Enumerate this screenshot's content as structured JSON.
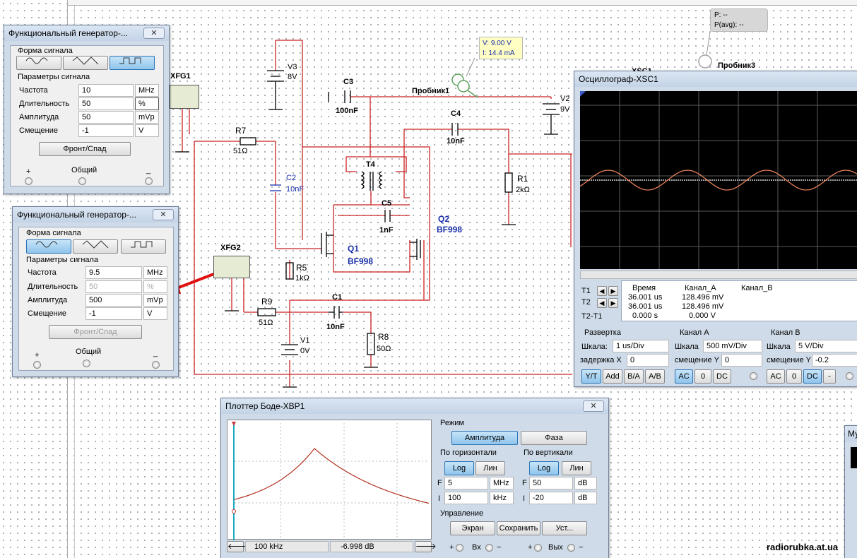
{
  "schematic": {
    "parts": {
      "xfg1": "XFG1",
      "xfg2": "XFG2",
      "v3": {
        "ref": "V3",
        "val": "8V"
      },
      "v2": {
        "ref": "V2",
        "val": "9V"
      },
      "v1": {
        "ref": "V1",
        "val": "0V"
      },
      "c3": {
        "ref": "C3",
        "val": "100nF"
      },
      "c4": {
        "ref": "C4",
        "val": "10nF"
      },
      "c2": {
        "ref": "C2",
        "val": "10nF"
      },
      "c5": {
        "ref": "C5",
        "val": "1nF"
      },
      "c1": {
        "ref": "C1",
        "val": "10nF"
      },
      "r7": {
        "ref": "R7",
        "val": "51Ω"
      },
      "r5": {
        "ref": "R5",
        "val": "1kΩ"
      },
      "r9": {
        "ref": "R9",
        "val": "51Ω"
      },
      "r8": {
        "ref": "R8",
        "val": "50Ω"
      },
      "r1": {
        "ref": "R1",
        "val": "2kΩ"
      },
      "t4": "T4",
      "q1": {
        "ref": "Q1",
        "val": "BF998"
      },
      "q2": {
        "ref": "Q2",
        "val": "BF998"
      },
      "probe1": "Пробник1",
      "probe3": "Пробник3",
      "xsc1_partial": "XSC1"
    },
    "probe1_readout": {
      "v": "V: 9.00 V",
      "i": "I: 14.4 mA"
    },
    "probe3_readout": {
      "p": "P: --",
      "pavg": "P(avg): --"
    },
    "watermark": "radiorubka.at.ua",
    "wire_color": "#cc2222"
  },
  "fg1": {
    "title": "Функциональный генератор-...",
    "waveform_label": "Форма сигнала",
    "params_label": "Параметры сигнала",
    "selected_wave": "square",
    "rows": [
      {
        "label": "Частота",
        "value": "10",
        "unit": "MHz"
      },
      {
        "label": "Длительность",
        "value": "50",
        "unit": "%"
      },
      {
        "label": "Амплитуда",
        "value": "50",
        "unit": "mVp"
      },
      {
        "label": "Смещение",
        "value": "-1",
        "unit": "V"
      }
    ],
    "edge_button": "Фронт/Спад",
    "plus": "+",
    "common": "Общий",
    "minus": "_"
  },
  "fg2": {
    "title": "Функциональный генератор-...",
    "waveform_label": "Форма сигнала",
    "params_label": "Параметры сигнала",
    "selected_wave": "sine",
    "rows": [
      {
        "label": "Частота",
        "value": "9.5",
        "unit": "MHz"
      },
      {
        "label": "Длительность",
        "value": "50",
        "unit": "%"
      },
      {
        "label": "Амплитуда",
        "value": "500",
        "unit": "mVp"
      },
      {
        "label": "Смещение",
        "value": "-1",
        "unit": "V"
      }
    ],
    "edge_button": "Фронт/Спад",
    "plus": "+",
    "common": "Общий",
    "minus": "_"
  },
  "scope": {
    "title": "Осциллограф-XSC1",
    "t1": "T1",
    "t2": "T2",
    "t2t1": "T2-T1",
    "headers": {
      "time": "Время",
      "cha": "Канал_A",
      "chb": "Канал_B"
    },
    "rows": [
      {
        "time": "36.001 us",
        "cha": "128.496 mV"
      },
      {
        "time": "36.001 us",
        "cha": "128.496 mV"
      },
      {
        "time": "0.000 s",
        "cha": "0.000 V"
      }
    ],
    "sweep": {
      "label": "Развертка",
      "scale_label": "Шкала:",
      "scale": "1 us/Div",
      "delay_label": "задержка X",
      "delay": "0",
      "buttons": [
        "Y/T",
        "Add",
        "B/A",
        "A/B"
      ],
      "active": "Y/T"
    },
    "cha": {
      "label": "Канал A",
      "scale_label": "Шкала",
      "scale": "500 mV/Div",
      "offset_label": "смещение Y",
      "offset": "0",
      "buttons": [
        "AC",
        "0",
        "DC"
      ],
      "active": "AC"
    },
    "chb": {
      "label": "Канал B",
      "scale_label": "Шкала",
      "scale": "5  V/Div",
      "offset_label": "смещение Y",
      "offset": "-0.2",
      "buttons": [
        "AC",
        "0",
        "DC",
        "-"
      ],
      "active": "DC"
    },
    "trace_color": "#e8805a"
  },
  "bode": {
    "title": "Плоттер Боде-XBP1",
    "mode_label": "Режим",
    "amp_button": "Амплитуда",
    "phase_button": "Фаза",
    "horiz_label": "По горизонтали",
    "vert_label": "По вертикали",
    "log": "Log",
    "lin": "Лин",
    "h_f": {
      "label": "F",
      "value": "5",
      "unit": "MHz"
    },
    "h_i": {
      "label": "I",
      "value": "100",
      "unit": "kHz"
    },
    "v_f": {
      "label": "F",
      "value": "50",
      "unit": "dB"
    },
    "v_i": {
      "label": "I",
      "value": "-20",
      "unit": "dB"
    },
    "control_label": "Управление",
    "screen_btn": "Экран",
    "save_btn": "Сохранить",
    "setup_btn": "Уст...",
    "readout_freq": "100 kHz",
    "readout_db": "-6.998 dB",
    "in_plus": "+",
    "in_label": "Вх",
    "in_minus": "−",
    "out_plus": "+",
    "out_label": "Вых",
    "out_minus": "−",
    "curve_color": "#b33020"
  },
  "partial_window_title": "Му"
}
